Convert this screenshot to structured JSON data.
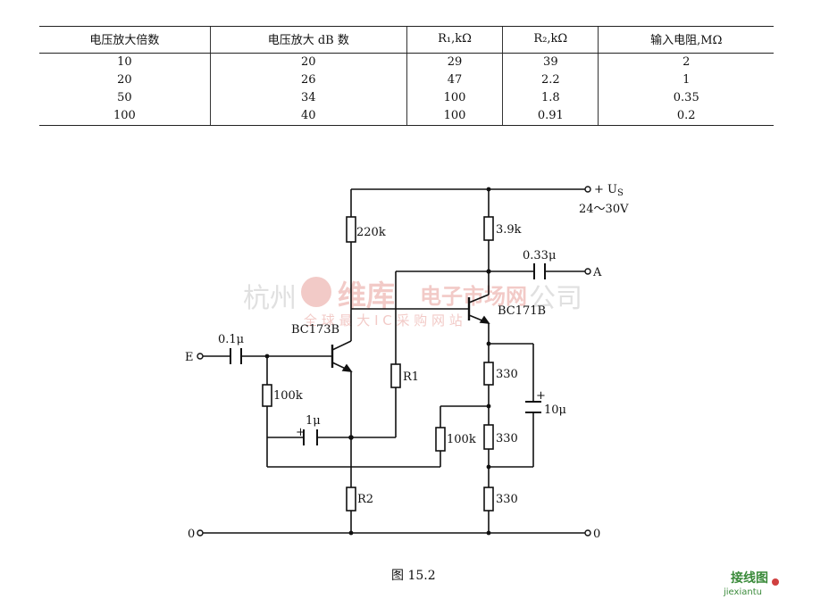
{
  "table": {
    "headers": [
      "电压放大倍数",
      "电压放大 dB 数",
      "R₁,kΩ",
      "R₂,kΩ",
      "输入电阻,MΩ"
    ],
    "rows": [
      [
        "10",
        "20",
        "29",
        "39",
        "2"
      ],
      [
        "20",
        "26",
        "47",
        "2.2",
        "1"
      ],
      [
        "50",
        "34",
        "100",
        "1.8",
        "0.35"
      ],
      [
        "100",
        "40",
        "100",
        "0.91",
        "0.2"
      ]
    ]
  },
  "circuit": {
    "supply_label": "+ U",
    "supply_sub": "S",
    "supply_range": "24～30V",
    "r_220k": "220k",
    "r_3_9k": "3.9k",
    "c_0_33": "0.33μ",
    "out_a": "A",
    "t2": "BC171B",
    "t1": "BC173B",
    "c_0_1": "0.1μ",
    "in_e": "E",
    "r_100k_left": "100k",
    "r1": "R1",
    "c_1": "1μ",
    "c_1_plus": "+",
    "r_100k_mid": "100k",
    "r_330_a": "330",
    "r_330_b": "330",
    "r_330_c": "330",
    "c_10": "10μ",
    "c_10_plus": "+",
    "r2": "R2",
    "gnd_left": "0",
    "gnd_right": "0"
  },
  "caption": "图 15.2",
  "watermarks": {
    "company": "杭州",
    "company_tail": "公司",
    "brand": "维库",
    "site": "电子市场网",
    "slogan": "全 球 最 大 I C 采 购 网 站",
    "corner": "接线图",
    "corner_url": "jiexiantu"
  },
  "colors": {
    "ink": "#111111",
    "watermark": "#e8a09a",
    "corner": "#3a8a3a"
  }
}
